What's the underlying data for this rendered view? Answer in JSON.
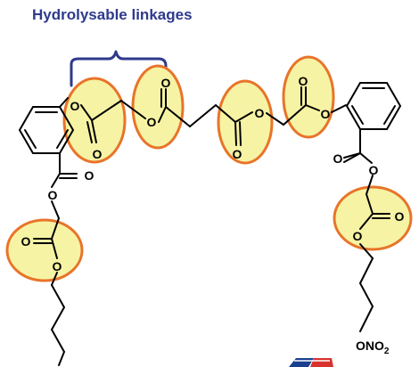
{
  "title": "Hydrolysable linkages",
  "atoms": {
    "O": "O",
    "nitrate": "ONO",
    "nitrate_sub": "2"
  },
  "colors": {
    "title_text": "#2e3a8c",
    "bracket": "#2e3a8c",
    "highlight_fill": "#f6f3a4",
    "highlight_stroke": "#e8742a",
    "bond": "#000000",
    "logo_blue": "#1b3f8f",
    "logo_red": "#d8322f"
  },
  "legend": {
    "highlighted_groups": "hydrolysable-ester-linkage"
  },
  "logo": {
    "icon": "company-logo-icon"
  }
}
